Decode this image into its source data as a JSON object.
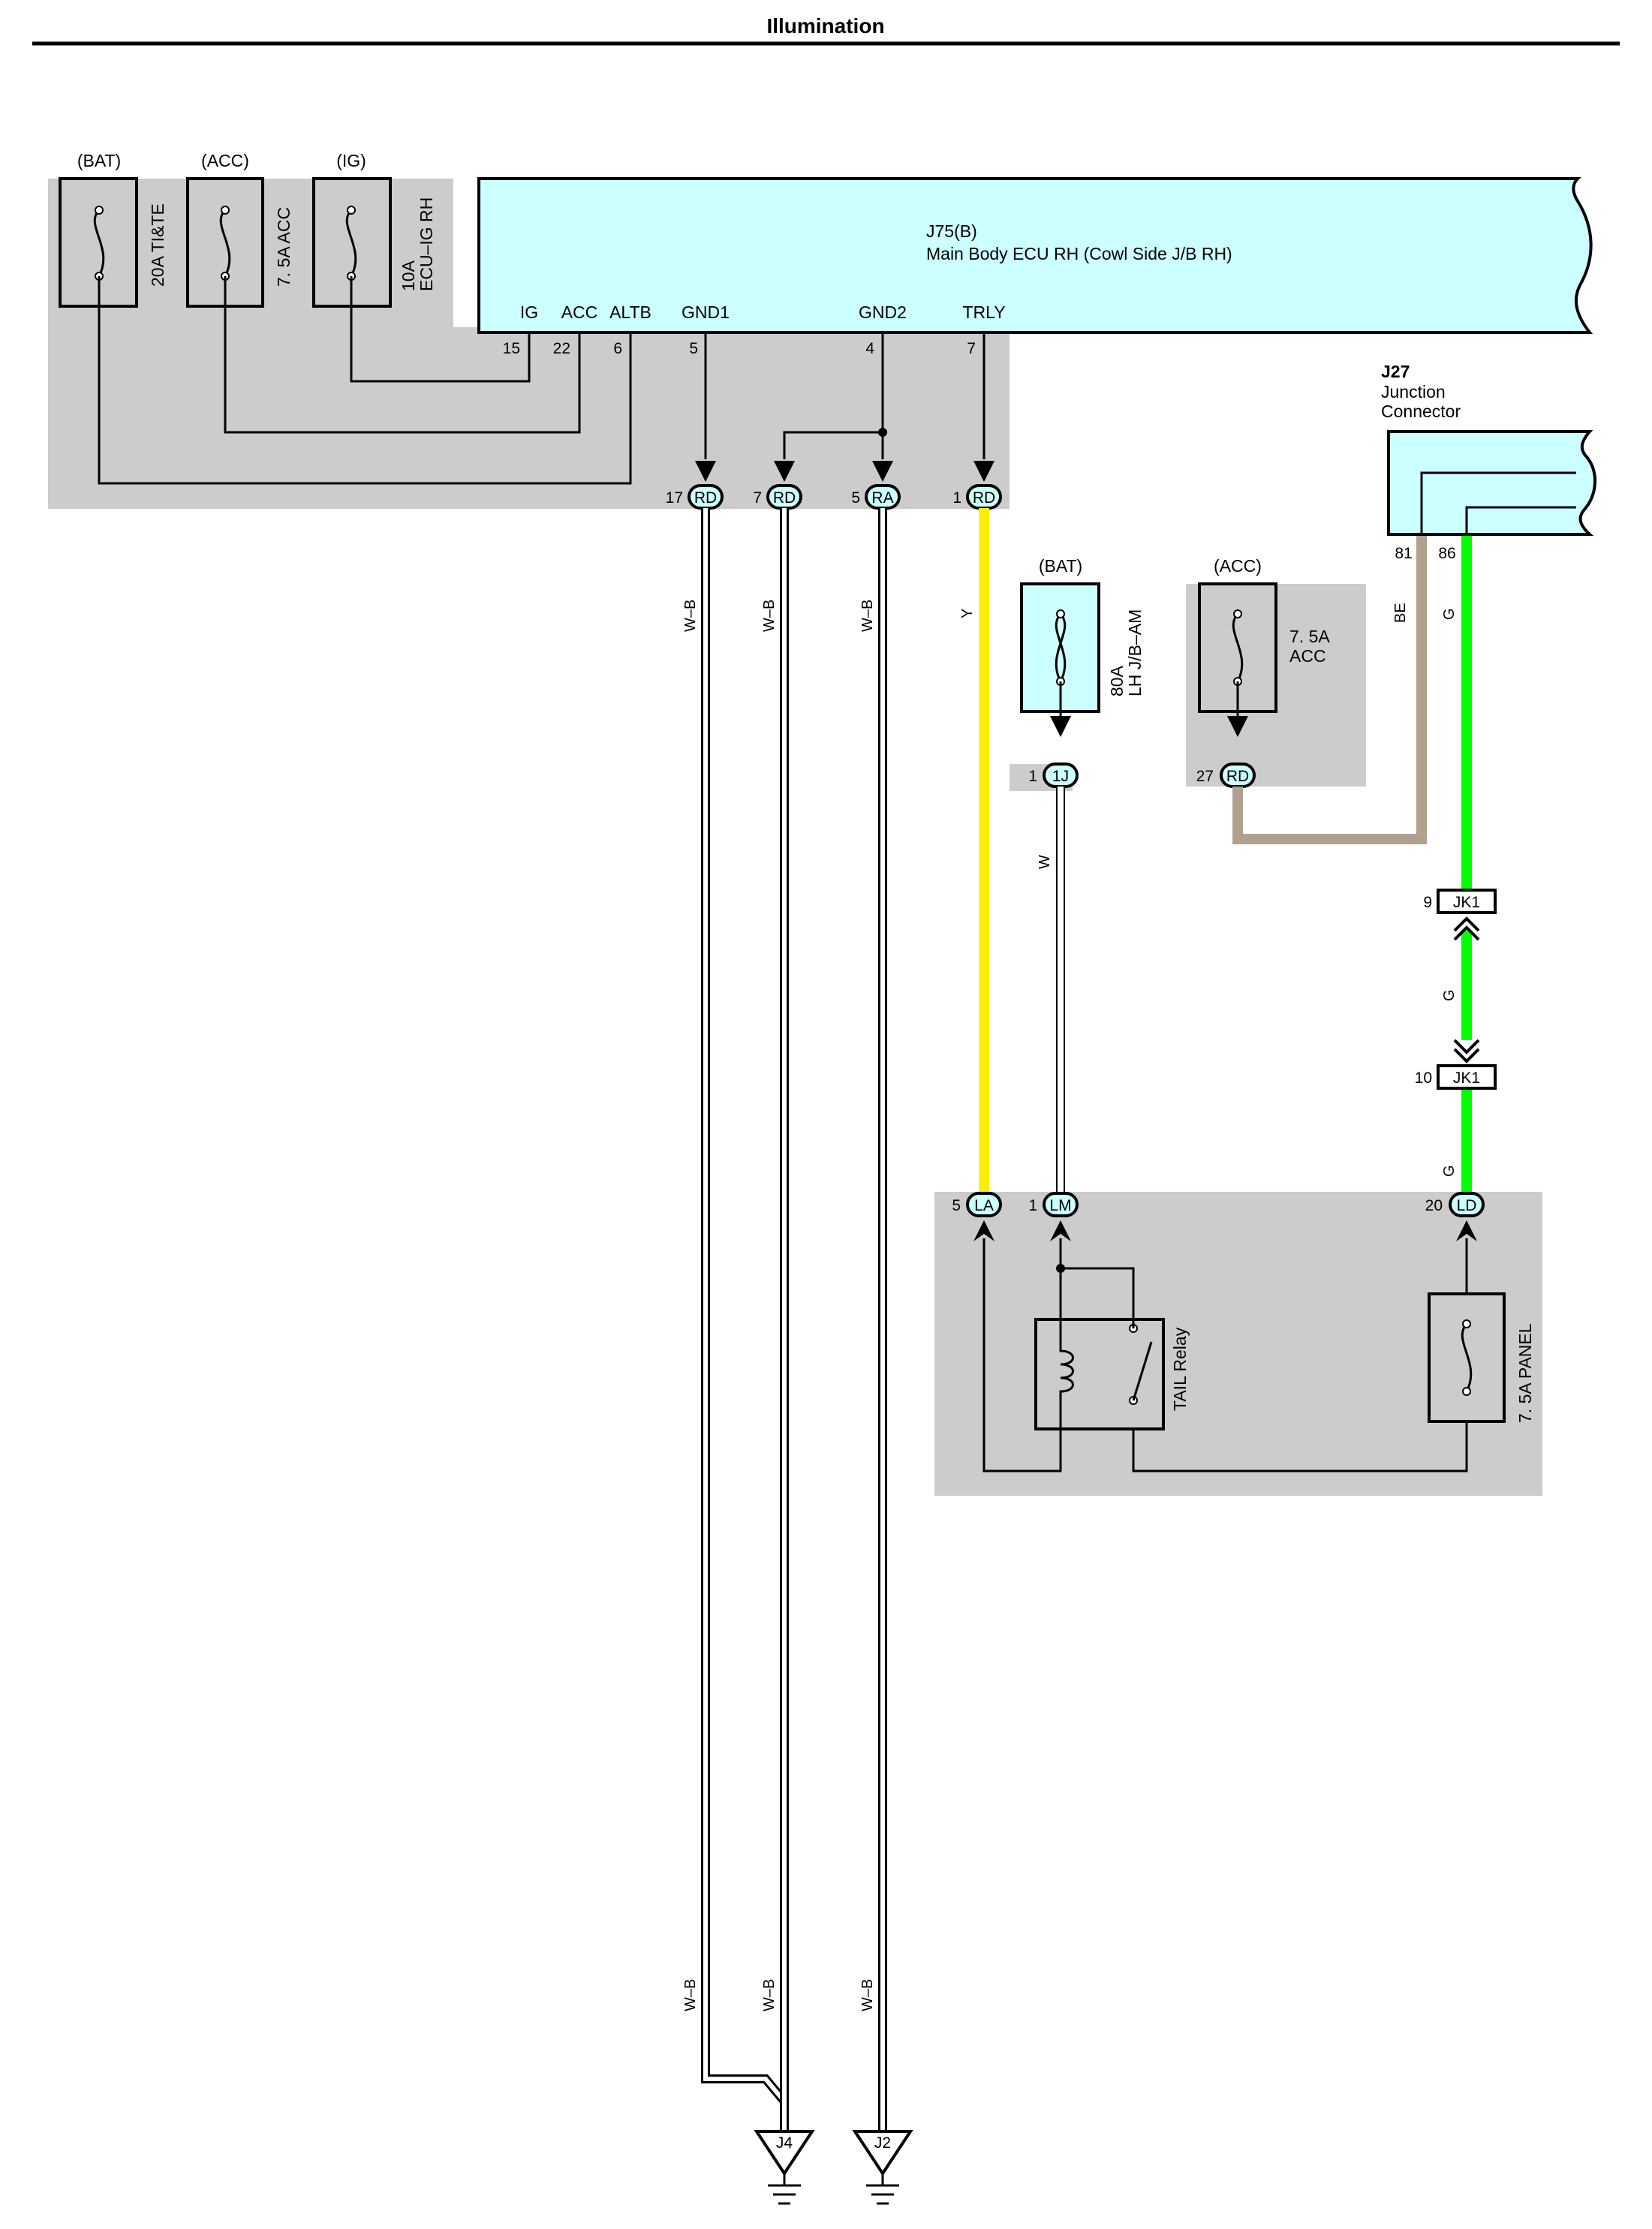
{
  "title": "Illumination",
  "colors": {
    "shading": "#cccccc",
    "component_fill": "#ccffff",
    "wire_yellow": "#ffee00",
    "wire_green": "#00ff00",
    "wire_beige": "#b2a08e",
    "wire_white": "#ffffff"
  },
  "top_fuses": [
    {
      "source": "(BAT)",
      "label": "20A TI&TE"
    },
    {
      "source": "(ACC)",
      "label": "7. 5A ACC"
    },
    {
      "source": "(IG)",
      "label_line1": "10A",
      "label_line2": "ECU–IG RH"
    }
  ],
  "ecu": {
    "id": "J75(B)",
    "name": "Main Body ECU RH (Cowl Side J/B RH)",
    "terminals": [
      {
        "name": "IG",
        "pin": "15"
      },
      {
        "name": "ACC",
        "pin": "22"
      },
      {
        "name": "ALTB",
        "pin": "6"
      },
      {
        "name": "GND1",
        "pin": "5"
      },
      {
        "name": "GND2",
        "pin": "4"
      },
      {
        "name": "TRLY",
        "pin": "7"
      }
    ]
  },
  "ecu_connectors": [
    {
      "pin": "17",
      "code": "RD"
    },
    {
      "pin": "7",
      "code": "RD"
    },
    {
      "pin": "5",
      "code": "RA"
    },
    {
      "pin": "1",
      "code": "RD"
    }
  ],
  "junction_connector": {
    "id": "J27",
    "name_line1": "Junction",
    "name_line2": "Connector",
    "pins": [
      "81",
      "86"
    ]
  },
  "bat_fuse": {
    "source": "(BAT)",
    "label_line1": "80A",
    "label_line2": "LH J/B–AM",
    "conn_pin": "1",
    "conn_code": "1J"
  },
  "acc_fuse": {
    "source": "(ACC)",
    "label_line1": "7. 5A",
    "label_line2": "ACC",
    "conn_pin": "27",
    "conn_code": "RD"
  },
  "jk_connectors": [
    {
      "pin": "9",
      "code": "JK1"
    },
    {
      "pin": "10",
      "code": "JK1"
    }
  ],
  "relay_block": {
    "connectors": [
      {
        "pin": "5",
        "code": "LA"
      },
      {
        "pin": "1",
        "code": "LM"
      },
      {
        "pin": "20",
        "code": "LD"
      }
    ],
    "relay_label": "TAIL Relay",
    "fuse_label": "7. 5A PANEL"
  },
  "wire_labels": {
    "wb": "W–B",
    "y": "Y",
    "w": "W",
    "be": "BE",
    "g": "G"
  },
  "grounds": [
    "J4",
    "J2"
  ]
}
